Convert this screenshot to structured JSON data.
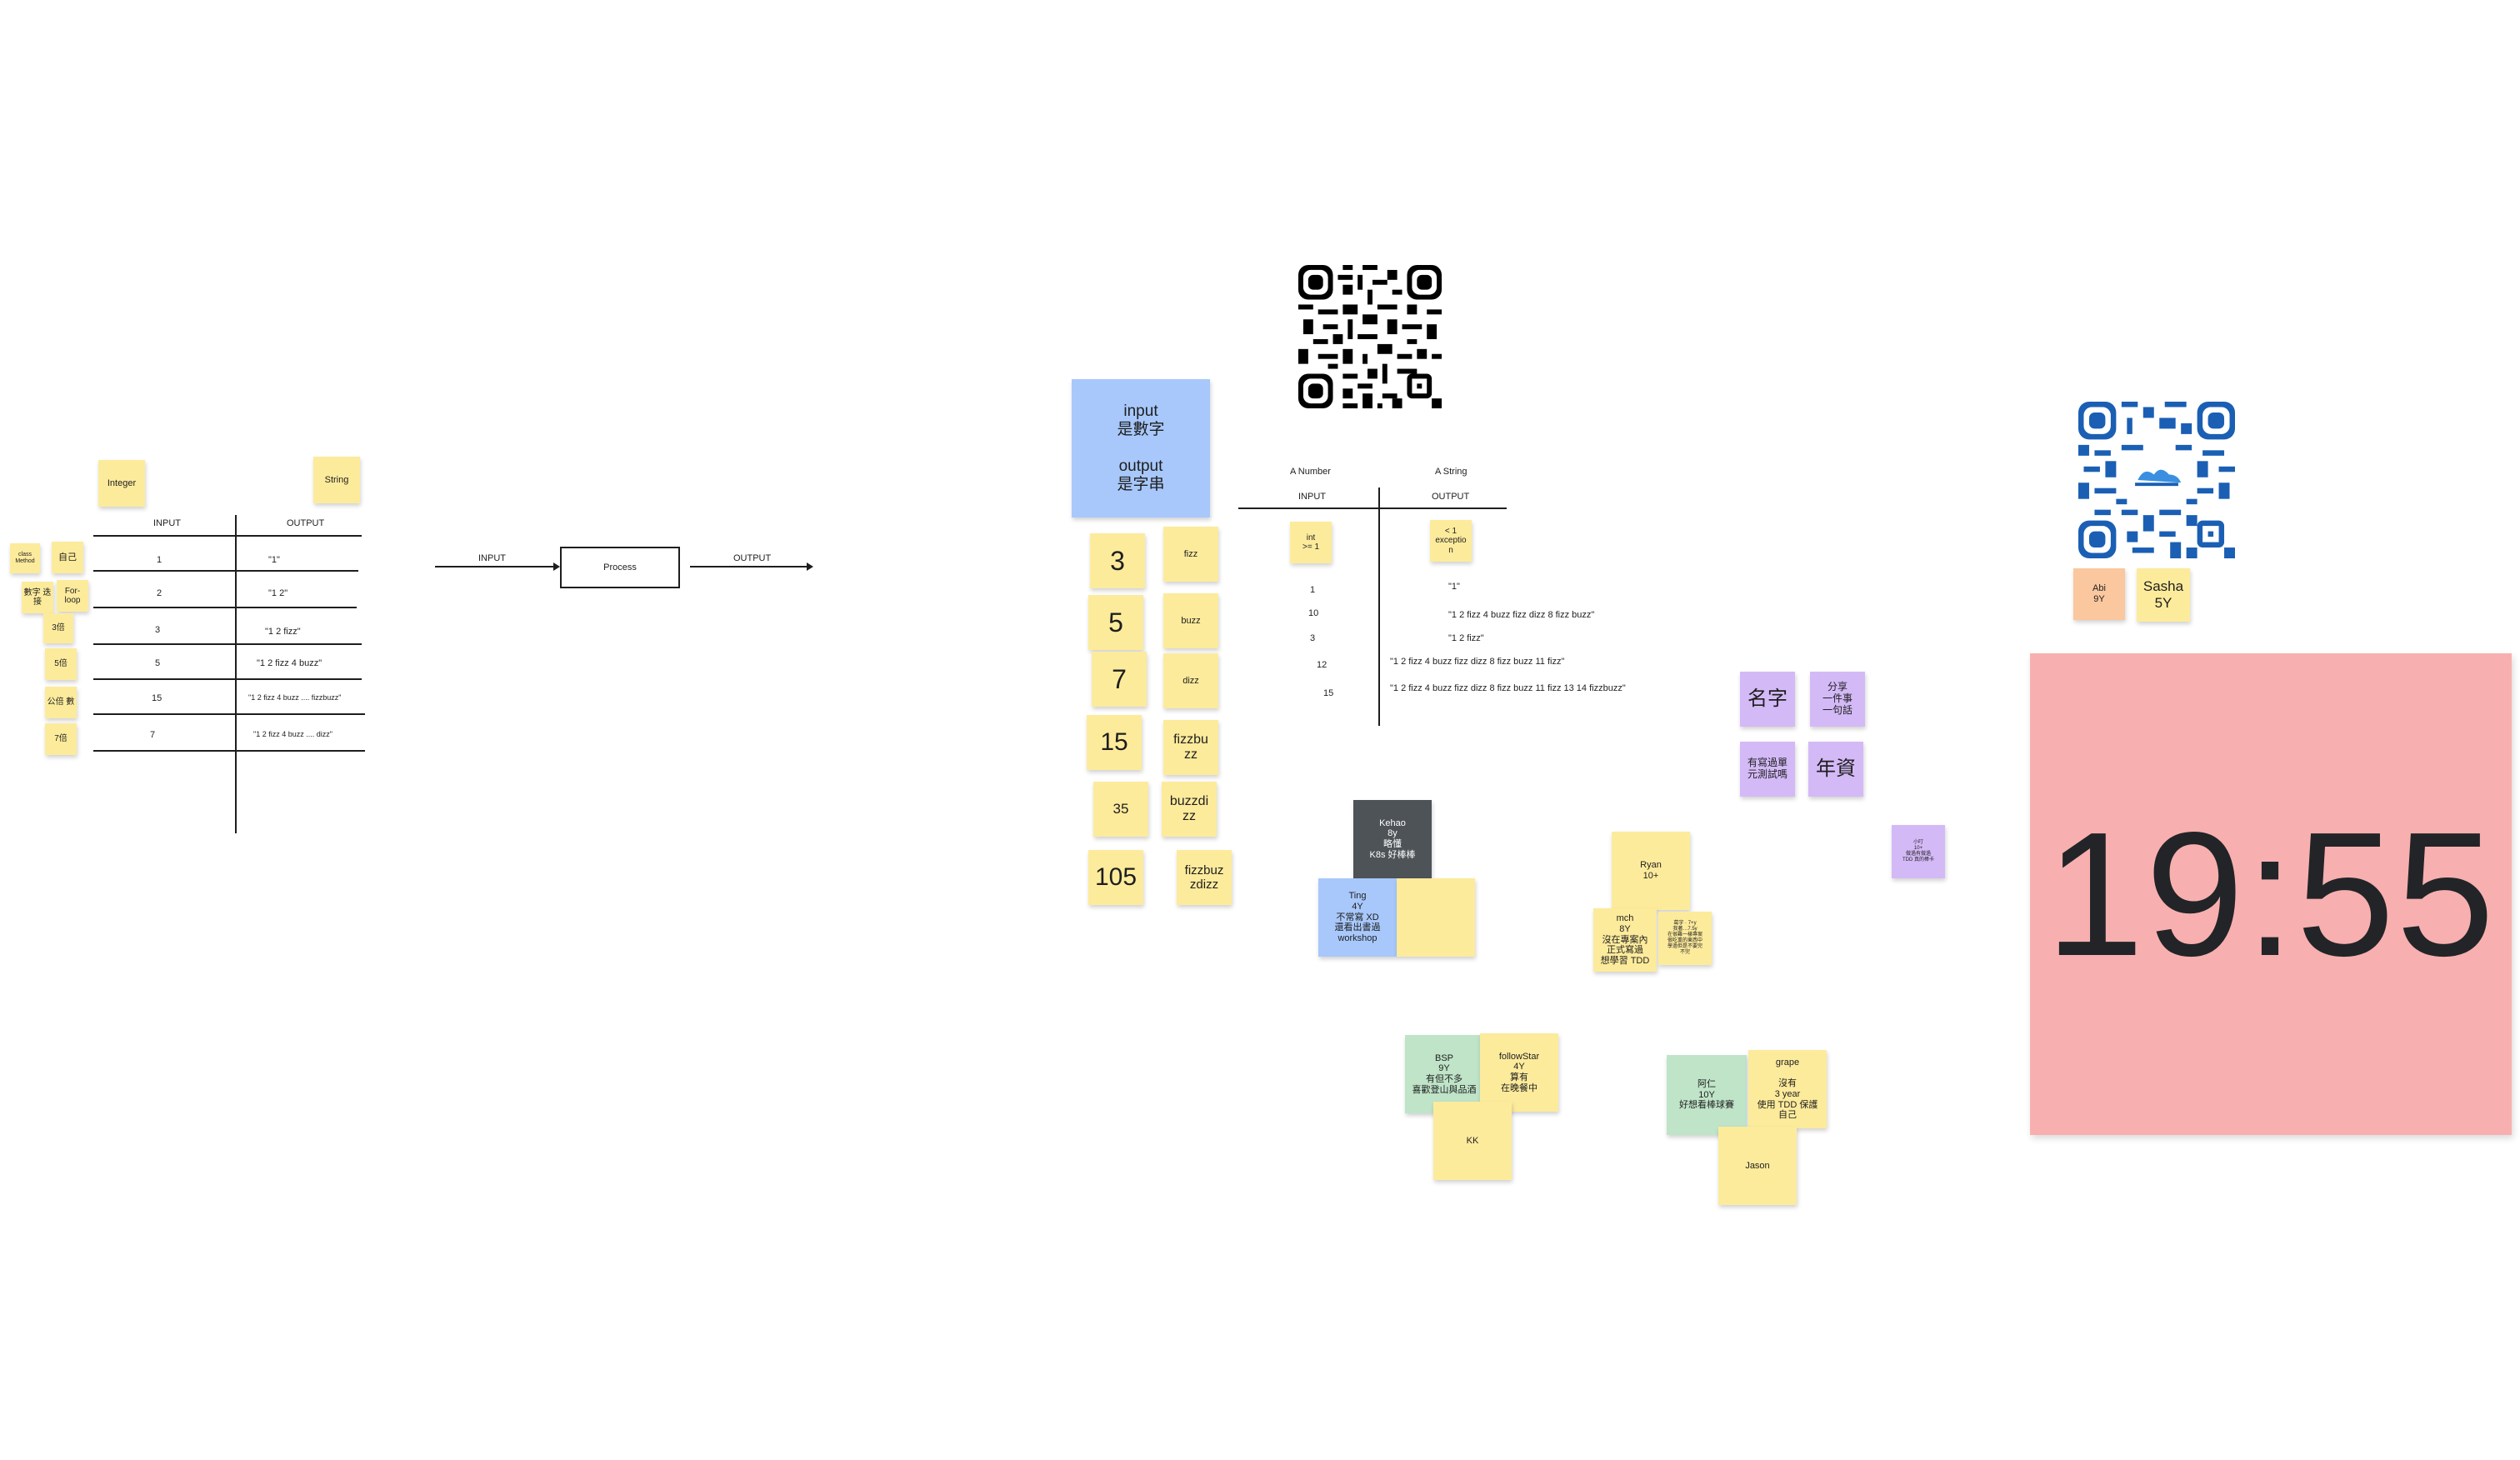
{
  "left_table": {
    "integer_note": "Integer",
    "string_note": "String",
    "col_input": "INPUT",
    "col_output": "OUTPUT",
    "rows": [
      {
        "input": "1",
        "output": "\"1\""
      },
      {
        "input": "2",
        "output": "\"1 2\""
      },
      {
        "input": "3",
        "output": "\"1 2 fizz\""
      },
      {
        "input": "5",
        "output": "\"1 2 fizz 4 buzz\""
      },
      {
        "input": "15",
        "output": "\"1 2 fizz 4 buzz .... fizzbuzz\""
      },
      {
        "input": "7",
        "output": "\"1 2 fizz 4 buzz .... dizz\""
      }
    ],
    "side_notes": [
      "class Method",
      "自己",
      "數字 迭接",
      "For- loop",
      "3倍",
      "5倍",
      "公倍 數",
      "7倍"
    ]
  },
  "flow": {
    "input_label": "INPUT",
    "process_label": "Process",
    "output_label": "OUTPUT"
  },
  "blue_note": "input\n是數字\n\noutput\n是字串",
  "number_notes": [
    {
      "n": "3",
      "w": "fizz"
    },
    {
      "n": "5",
      "w": "buzz"
    },
    {
      "n": "7",
      "w": "dizz"
    },
    {
      "n": "15",
      "w": "fizzbu\nzz"
    },
    {
      "n": "35",
      "w": "buzzdi\nzz"
    },
    {
      "n": "105",
      "w": "fizzbuz\nzdizz"
    }
  ],
  "mid_table": {
    "a_number": "A Number",
    "a_string": "A String",
    "col_input": "INPUT",
    "col_output": "OUTPUT",
    "input_note": "int\n>= 1",
    "output_note": "< 1\nexceptio\nn",
    "rows": [
      {
        "input": "1",
        "output": "\"1\""
      },
      {
        "input": "10",
        "output": "\"1 2 fizz 4 buzz fizz dizz 8 fizz buzz\""
      },
      {
        "input": "3",
        "output": "\"1 2 fizz\""
      },
      {
        "input": "12",
        "output": "\"1 2 fizz 4 buzz fizz dizz 8 fizz buzz 11 fizz\""
      },
      {
        "input": "15",
        "output": "\"1 2 fizz 4 buzz fizz dizz 8 fizz buzz 11 fizz 13 14 fizzbuzz\""
      }
    ]
  },
  "intro_notes": {
    "kehao": "Kehao\n8y\n略懂\nK8s 好棒棒",
    "ting": "Ting\n4Y\n不常寫 XD\n還看出書過\nworkshop",
    "ryan": "Ryan\n10+",
    "mch": "mch\n8Y\n沒在專案內\n正式寫過\n想學習 TDD",
    "small_note": "葛宇 · 7+y\n我著…7.5y\n在很難一樣專案\n很吃重的東西中\n學過但是不要完\n不完",
    "bsp": "BSP\n9Y\n有但不多\n喜歡登山與品酒",
    "followstar": "followStar\n4Y\n算有\n在晚餐中",
    "kk": "KK",
    "aren": "阿仁\n10Y\n好想看棒球賽",
    "grape": "grape\n\n沒有\n3 year\n使用 TDD 保護\n自己",
    "jason": "Jason",
    "abi": "Abi\n9Y",
    "sasha": "Sasha\n5Y"
  },
  "purple_notes": {
    "name": "名字",
    "share": "分享\n一件事\n一句話",
    "tdd": "有寫過單\n元測試嗎",
    "years": "年資",
    "small": "小叮\n10+\n做過有做過\nTDD 真的棒卡"
  },
  "timer": "19:55",
  "colors": {
    "sticky_yellow": "#fdeb9c",
    "sticky_blue": "#a8c8fb",
    "sticky_purple": "#d4b9f7",
    "sticky_green": "#bfe4c8",
    "sticky_orange": "#fbc79f",
    "sticky_dark": "#4e5357",
    "timer_bg": "#f7b0af",
    "qr_blue": "#1a5fb4"
  }
}
